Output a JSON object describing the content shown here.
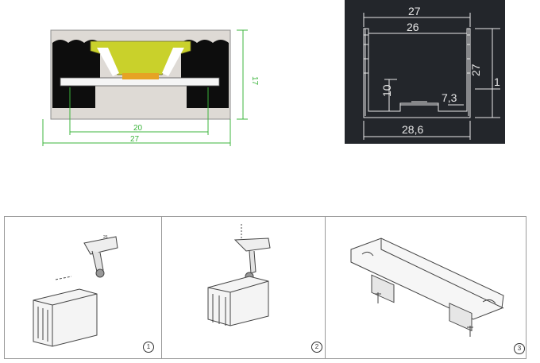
{
  "colors": {
    "dim_green": "#3cb43c",
    "yellow": "#c9d12b",
    "dark_panel": "#23262b",
    "profile_grey": "#dedad5",
    "black": "#0d0d0d",
    "panel_border": "#9a9a9a"
  },
  "cross_section": {
    "dim_height": "17",
    "dim_inner_width": "20",
    "dim_outer_width": "27"
  },
  "profile_drawing": {
    "dim_outer_width": "27",
    "dim_inner_width": "26",
    "dim_height": "27",
    "dim_lip": "1",
    "dim_slot_height": "10",
    "dim_slot_width": "7,3",
    "dim_base_width": "28,6"
  },
  "steps": [
    {
      "number": "1"
    },
    {
      "number": "2"
    },
    {
      "number": "3"
    }
  ]
}
